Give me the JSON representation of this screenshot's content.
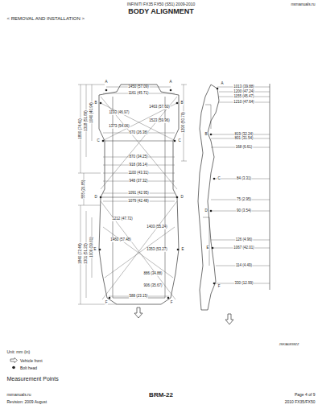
{
  "diagram": {
    "title": "BODY ALIGNMENT",
    "caption": "Measurement Points",
    "labels": [
      "INFINITI FX35 FX50 (S51) 2009-2010",
      "nsmanuals.ru",
      "< REMOVAL AND INSTALLATION >",
      "Unit: mm (in)",
      "JSKIA0838ZZ",
      "nsmanuals.ru",
      "BRM-22",
      "Page 4 of 9",
      "Revision: 2009 August",
      "2010 FX35/FX50",
      "1450 (57.09)",
      "1161 (45.71)",
      "1463 (57.60)",
      "1193 (46.97)",
      "1523 (59.96)",
      "1373 (54.06)",
      "670 (26.38)",
      "870 (34.25)",
      "918 (36.14)",
      "1100 (43.31)",
      "948 (37.32)",
      "1091 (42.95)",
      "1079 (42.48)",
      "1212 (47.72)",
      "1403 (55.24)",
      "1460 (57.48)",
      "1353 (53.27)",
      "886 (34.88)",
      "906 (35.67)",
      "588 (23.15)",
      "1890 (74.41)",
      "1318 (51.89)",
      "1040 (40.94)",
      "555 (21.85)",
      "1840 (72.44)",
      "1301 (51.22)",
      "1006 (39.61)",
      "1290 (50.79)",
      "A",
      "A",
      "B",
      "B",
      "C",
      "C",
      "D",
      "D",
      "E",
      "E",
      "F",
      "F",
      "1013 (39.88)",
      "1200 (47.24)",
      "1155 (45.47)",
      "1210 (47.64)",
      "819 (32.24)",
      "801 (31.54)",
      "168 (6.61)",
      "84 (3.31)",
      "75 (2.95)",
      "90 (3.54)",
      "126 (4.96)",
      "1067 (42.01)",
      "114 (4.49)",
      "330 (12.99)",
      "A",
      "B",
      "C",
      "D",
      "E",
      "F"
    ],
    "legend": [
      {
        "text": "Vehicle front"
      },
      {
        "text": "Bolt head"
      }
    ]
  }
}
